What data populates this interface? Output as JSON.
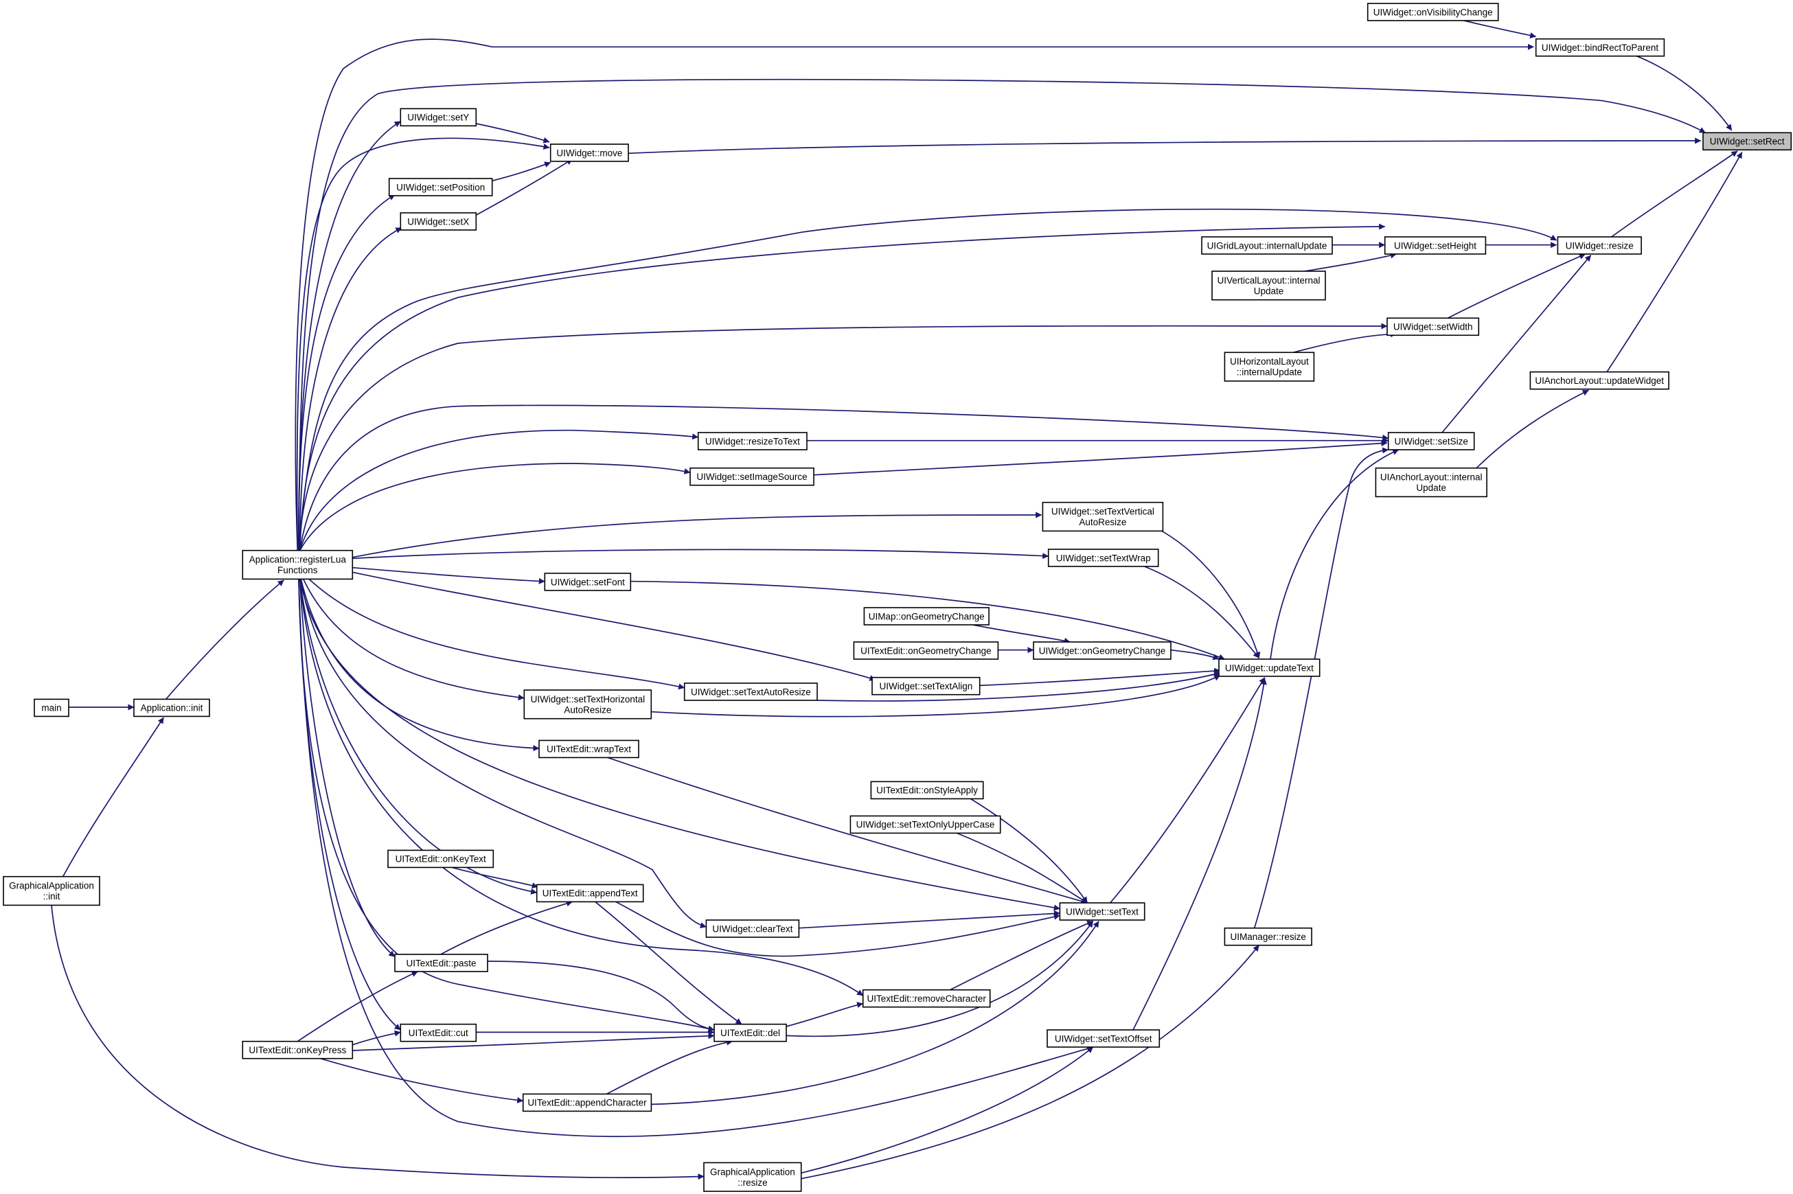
{
  "graph": {
    "nodes": [
      {
        "id": "setRect",
        "lines": [
          "UIWidget::setRect"
        ],
        "highlight": true
      },
      {
        "id": "onVisibilityChange",
        "lines": [
          "UIWidget::onVisibilityChange"
        ]
      },
      {
        "id": "bindRectToParent",
        "lines": [
          "UIWidget::bindRectToParent"
        ]
      },
      {
        "id": "setY",
        "lines": [
          "UIWidget::setY"
        ]
      },
      {
        "id": "move",
        "lines": [
          "UIWidget::move"
        ]
      },
      {
        "id": "setPosition",
        "lines": [
          "UIWidget::setPosition"
        ]
      },
      {
        "id": "setX",
        "lines": [
          "UIWidget::setX"
        ]
      },
      {
        "id": "gridInternalUpdate",
        "lines": [
          "UIGridLayout::internalUpdate"
        ]
      },
      {
        "id": "setHeight",
        "lines": [
          "UIWidget::setHeight"
        ]
      },
      {
        "id": "resize",
        "lines": [
          "UIWidget::resize"
        ]
      },
      {
        "id": "verticalInternalUpdate",
        "lines": [
          "UIVerticalLayout::internal",
          "Update"
        ]
      },
      {
        "id": "setWidth",
        "lines": [
          "UIWidget::setWidth"
        ]
      },
      {
        "id": "horizontalInternalUpdate",
        "lines": [
          "UIHorizontalLayout",
          "::internalUpdate"
        ]
      },
      {
        "id": "updateWidget",
        "lines": [
          "UIAnchorLayout::updateWidget"
        ]
      },
      {
        "id": "resizeToText",
        "lines": [
          "UIWidget::resizeToText"
        ]
      },
      {
        "id": "setSize",
        "lines": [
          "UIWidget::setSize"
        ]
      },
      {
        "id": "setImageSource",
        "lines": [
          "UIWidget::setImageSource"
        ]
      },
      {
        "id": "anchorInternalUpdate",
        "lines": [
          "UIAnchorLayout::internal",
          "Update"
        ]
      },
      {
        "id": "setTextVerticalAutoResize",
        "lines": [
          "UIWidget::setTextVertical",
          "AutoResize"
        ]
      },
      {
        "id": "registerLuaFunctions",
        "lines": [
          "Application::registerLua",
          "Functions"
        ]
      },
      {
        "id": "setTextWrap",
        "lines": [
          "UIWidget::setTextWrap"
        ]
      },
      {
        "id": "setFont",
        "lines": [
          "UIWidget::setFont"
        ]
      },
      {
        "id": "mapOnGeometryChange",
        "lines": [
          "UIMap::onGeometryChange"
        ]
      },
      {
        "id": "textEditOnGeometryChange",
        "lines": [
          "UITextEdit::onGeometryChange"
        ]
      },
      {
        "id": "widgetOnGeometryChange",
        "lines": [
          "UIWidget::onGeometryChange"
        ]
      },
      {
        "id": "updateText",
        "lines": [
          "UIWidget::updateText"
        ]
      },
      {
        "id": "setTextAlign",
        "lines": [
          "UIWidget::setTextAlign"
        ]
      },
      {
        "id": "setTextAutoResize",
        "lines": [
          "UIWidget::setTextAutoResize"
        ]
      },
      {
        "id": "main",
        "lines": [
          "main"
        ]
      },
      {
        "id": "applicationInit",
        "lines": [
          "Application::init"
        ]
      },
      {
        "id": "setTextHorizontalAutoResize",
        "lines": [
          "UIWidget::setTextHorizontal",
          "AutoResize"
        ]
      },
      {
        "id": "wrapText",
        "lines": [
          "UITextEdit::wrapText"
        ]
      },
      {
        "id": "onStyleApply",
        "lines": [
          "UITextEdit::onStyleApply"
        ]
      },
      {
        "id": "setTextOnlyUpperCase",
        "lines": [
          "UIWidget::setTextOnlyUpperCase"
        ]
      },
      {
        "id": "onKeyText",
        "lines": [
          "UITextEdit::onKeyText"
        ]
      },
      {
        "id": "graphicalInit",
        "lines": [
          "GraphicalApplication",
          "::init"
        ]
      },
      {
        "id": "appendText",
        "lines": [
          "UITextEdit::appendText"
        ]
      },
      {
        "id": "setText",
        "lines": [
          "UIWidget::setText"
        ]
      },
      {
        "id": "clearText",
        "lines": [
          "UIWidget::clearText"
        ]
      },
      {
        "id": "managerResize",
        "lines": [
          "UIManager::resize"
        ]
      },
      {
        "id": "paste",
        "lines": [
          "UITextEdit::paste"
        ]
      },
      {
        "id": "removeCharacter",
        "lines": [
          "UITextEdit::removeCharacter"
        ]
      },
      {
        "id": "cut",
        "lines": [
          "UITextEdit::cut"
        ]
      },
      {
        "id": "del",
        "lines": [
          "UITextEdit::del"
        ]
      },
      {
        "id": "setTextOffset",
        "lines": [
          "UIWidget::setTextOffset"
        ]
      },
      {
        "id": "onKeyPress",
        "lines": [
          "UITextEdit::onKeyPress"
        ]
      },
      {
        "id": "appendCharacter",
        "lines": [
          "UITextEdit::appendCharacter"
        ]
      },
      {
        "id": "graphicalResize",
        "lines": [
          "GraphicalApplication",
          "::resize"
        ]
      }
    ],
    "edges": [
      {
        "from": "onVisibilityChange",
        "to": "bindRectToParent"
      },
      {
        "from": "bindRectToParent",
        "to": "setRect"
      },
      {
        "from": "move",
        "to": "setRect"
      },
      {
        "from": "resize",
        "to": "setRect"
      },
      {
        "from": "updateWidget",
        "to": "setRect"
      },
      {
        "from": "registerLuaFunctions",
        "to": "setRect"
      },
      {
        "from": "registerLuaFunctions",
        "to": "bindRectToParent"
      },
      {
        "from": "setY",
        "to": "move"
      },
      {
        "from": "setPosition",
        "to": "move"
      },
      {
        "from": "setX",
        "to": "move"
      },
      {
        "from": "registerLuaFunctions",
        "to": "move"
      },
      {
        "from": "registerLuaFunctions",
        "to": "setY"
      },
      {
        "from": "registerLuaFunctions",
        "to": "setPosition"
      },
      {
        "from": "registerLuaFunctions",
        "to": "setX"
      },
      {
        "from": "setHeight",
        "to": "resize"
      },
      {
        "from": "setWidth",
        "to": "resize"
      },
      {
        "from": "setSize",
        "to": "resize"
      },
      {
        "from": "registerLuaFunctions",
        "to": "resize"
      },
      {
        "from": "gridInternalUpdate",
        "to": "setHeight"
      },
      {
        "from": "verticalInternalUpdate",
        "to": "setHeight"
      },
      {
        "from": "registerLuaFunctions",
        "to": "setHeight"
      },
      {
        "from": "horizontalInternalUpdate",
        "to": "setWidth"
      },
      {
        "from": "registerLuaFunctions",
        "to": "setWidth"
      },
      {
        "from": "anchorInternalUpdate",
        "to": "updateWidget"
      },
      {
        "from": "resizeToText",
        "to": "setSize"
      },
      {
        "from": "setImageSource",
        "to": "setSize"
      },
      {
        "from": "updateText",
        "to": "setSize"
      },
      {
        "from": "managerResize",
        "to": "setSize"
      },
      {
        "from": "registerLuaFunctions",
        "to": "setSize"
      },
      {
        "from": "registerLuaFunctions",
        "to": "resizeToText"
      },
      {
        "from": "registerLuaFunctions",
        "to": "setImageSource"
      },
      {
        "from": "setTextVerticalAutoResize",
        "to": "updateText"
      },
      {
        "from": "setTextWrap",
        "to": "updateText"
      },
      {
        "from": "setFont",
        "to": "updateText"
      },
      {
        "from": "widgetOnGeometryChange",
        "to": "updateText"
      },
      {
        "from": "setTextAlign",
        "to": "updateText"
      },
      {
        "from": "setTextAutoResize",
        "to": "updateText"
      },
      {
        "from": "setTextHorizontalAutoResize",
        "to": "updateText"
      },
      {
        "from": "setText",
        "to": "updateText"
      },
      {
        "from": "setTextOffset",
        "to": "updateText"
      },
      {
        "from": "mapOnGeometryChange",
        "to": "widgetOnGeometryChange"
      },
      {
        "from": "textEditOnGeometryChange",
        "to": "widgetOnGeometryChange"
      },
      {
        "from": "registerLuaFunctions",
        "to": "setTextVerticalAutoResize"
      },
      {
        "from": "registerLuaFunctions",
        "to": "setTextWrap"
      },
      {
        "from": "registerLuaFunctions",
        "to": "setFont"
      },
      {
        "from": "registerLuaFunctions",
        "to": "setTextAlign"
      },
      {
        "from": "registerLuaFunctions",
        "to": "setTextAutoResize"
      },
      {
        "from": "registerLuaFunctions",
        "to": "setTextHorizontalAutoResize"
      },
      {
        "from": "registerLuaFunctions",
        "to": "wrapText"
      },
      {
        "from": "registerLuaFunctions",
        "to": "setText"
      },
      {
        "from": "registerLuaFunctions",
        "to": "appendText"
      },
      {
        "from": "registerLuaFunctions",
        "to": "clearText"
      },
      {
        "from": "registerLuaFunctions",
        "to": "paste"
      },
      {
        "from": "registerLuaFunctions",
        "to": "removeCharacter"
      },
      {
        "from": "registerLuaFunctions",
        "to": "cut"
      },
      {
        "from": "registerLuaFunctions",
        "to": "del"
      },
      {
        "from": "registerLuaFunctions",
        "to": "setTextOffset"
      },
      {
        "from": "applicationInit",
        "to": "registerLuaFunctions"
      },
      {
        "from": "main",
        "to": "applicationInit"
      },
      {
        "from": "graphicalInit",
        "to": "applicationInit"
      },
      {
        "from": "wrapText",
        "to": "setText"
      },
      {
        "from": "onStyleApply",
        "to": "setText"
      },
      {
        "from": "setTextOnlyUpperCase",
        "to": "setText"
      },
      {
        "from": "appendText",
        "to": "setText"
      },
      {
        "from": "clearText",
        "to": "setText"
      },
      {
        "from": "removeCharacter",
        "to": "setText"
      },
      {
        "from": "del",
        "to": "setText"
      },
      {
        "from": "appendCharacter",
        "to": "setText"
      },
      {
        "from": "onKeyText",
        "to": "appendText"
      },
      {
        "from": "paste",
        "to": "appendText"
      },
      {
        "from": "appendText",
        "to": "del"
      },
      {
        "from": "paste",
        "to": "del"
      },
      {
        "from": "cut",
        "to": "del"
      },
      {
        "from": "onKeyPress",
        "to": "del"
      },
      {
        "from": "appendCharacter",
        "to": "del"
      },
      {
        "from": "del",
        "to": "removeCharacter"
      },
      {
        "from": "onKeyPress",
        "to": "paste"
      },
      {
        "from": "onKeyPress",
        "to": "cut"
      },
      {
        "from": "onKeyPress",
        "to": "appendCharacter"
      },
      {
        "from": "graphicalResize",
        "to": "managerResize"
      },
      {
        "from": "graphicalResize",
        "to": "setTextOffset"
      },
      {
        "from": "graphicalInit",
        "to": "graphicalResize"
      }
    ]
  }
}
